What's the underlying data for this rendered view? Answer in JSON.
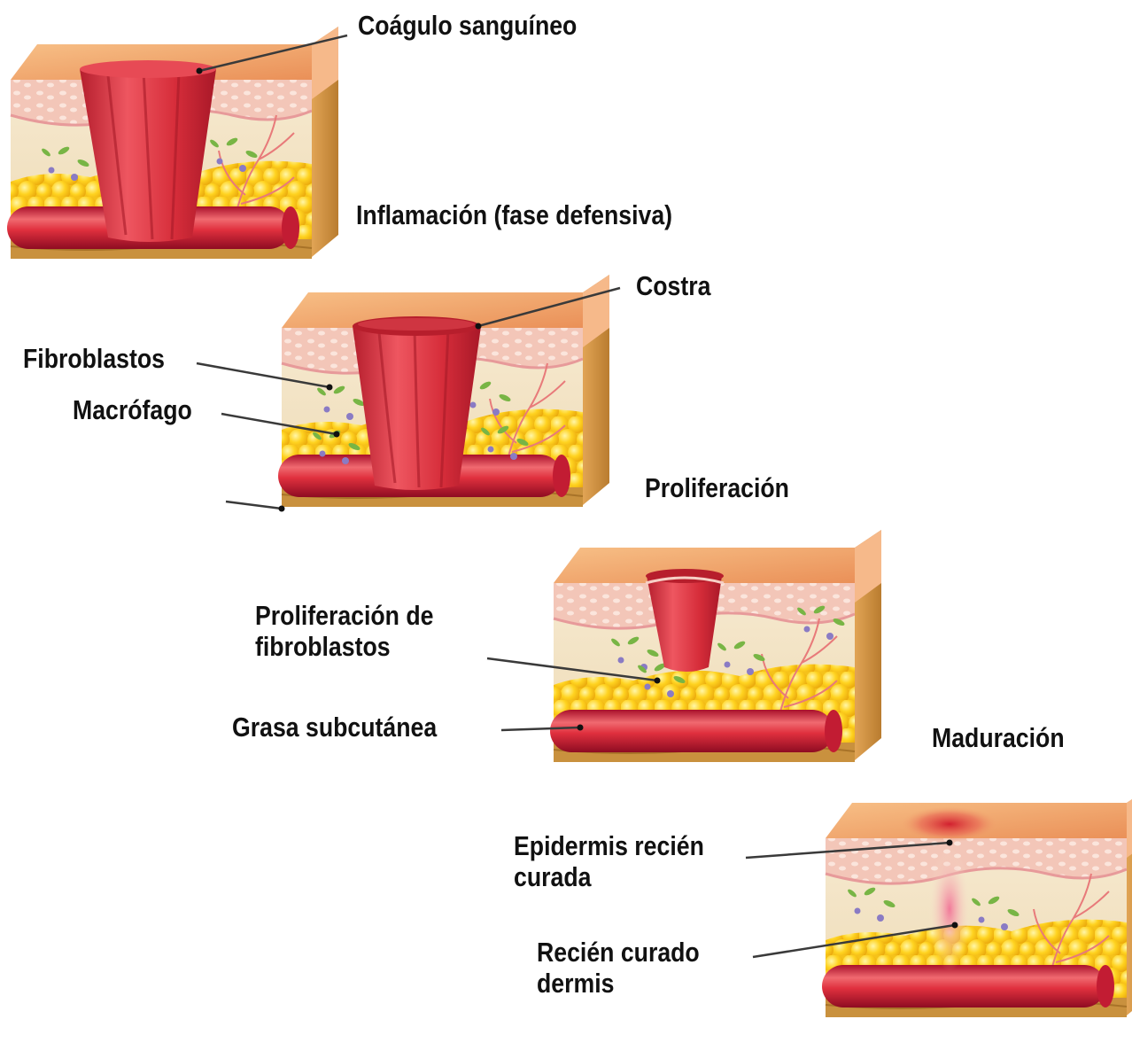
{
  "stages": [
    {
      "title": ""
    },
    {
      "title": "Inflamación (fase defensiva)"
    },
    {
      "title": "Proliferación"
    },
    {
      "title": "Maduración"
    }
  ],
  "labels": {
    "clot": "Coágulo sanguíneo",
    "scab": "Costra",
    "fibroblasts": "Fibroblastos",
    "macrophage": "Macrófago",
    "fibroblast_proliferation_1": "Proliferación de",
    "fibroblast_proliferation_2": "fibroblastos",
    "subcutaneous_fat": "Grasa subcutánea",
    "new_epidermis_1": "Epidermis recién",
    "new_epidermis_2": "curada",
    "new_dermis_1": "Recién curado",
    "new_dermis_2": "dermis"
  },
  "colors": {
    "epidermis_top": "#f1a66f",
    "dermis": "#f2e3c3",
    "fat": "#ffd21c",
    "vessel": "#d9243a",
    "clot": "#d8323e",
    "base": "#c9913e"
  }
}
